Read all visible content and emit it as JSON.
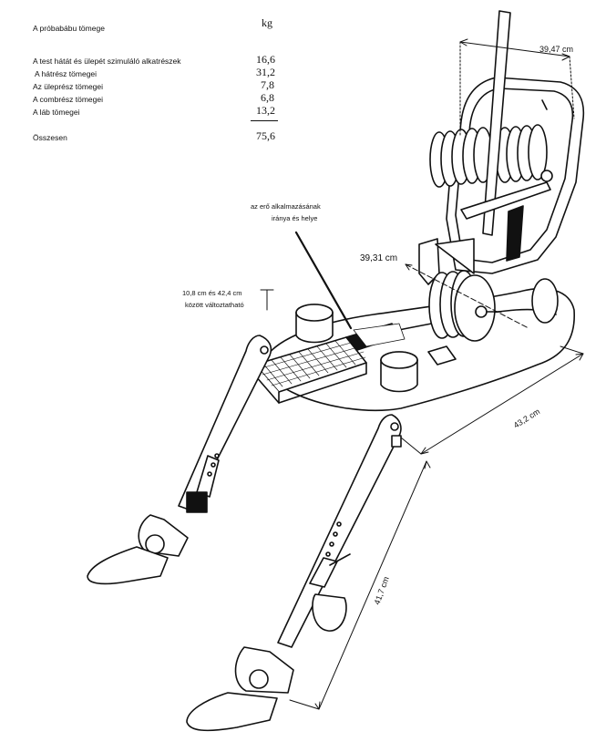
{
  "mass_table": {
    "title": "A próbabábu tömege",
    "unit": "kg",
    "rows": [
      {
        "label": "A test hátát és ülepét szimuláló alkatrészek",
        "value": "16,6"
      },
      {
        "label": "A hátrész tömegei",
        "value": "31,2"
      },
      {
        "label": "Az üleprész tömegei",
        "value": "7,8"
      },
      {
        "label": "A combrész tömegei",
        "value": "6,8"
      },
      {
        "label": "A láb tömegei",
        "value": "13,2"
      }
    ],
    "total_label": "Összesen",
    "total_value": "75,6"
  },
  "annotations": {
    "force_line1": "az erő alkalmazásának",
    "force_line2": "iránya és helye",
    "adjust_line1": "10,8 cm és 42,4 cm",
    "adjust_line2": "között változtatható",
    "dim_back_width": "39,47 cm",
    "dim_hip_width": "39,31 cm",
    "dim_seat_length": "43,2 cm",
    "dim_leg_length": "41,7 cm"
  }
}
